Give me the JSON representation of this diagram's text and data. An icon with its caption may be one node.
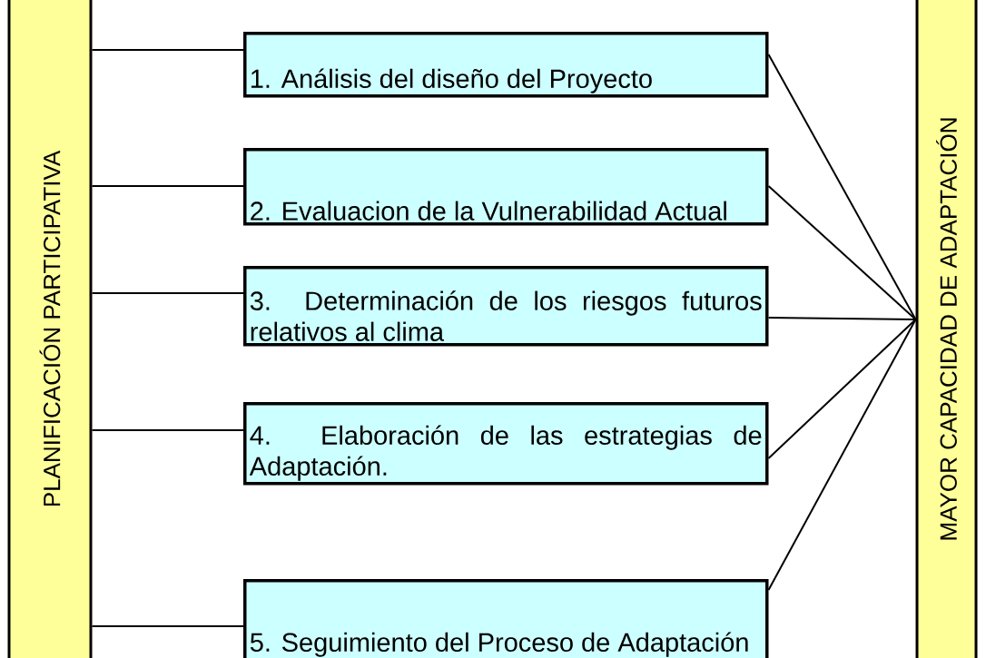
{
  "diagram": {
    "nodes": [
      {
        "text": [
          "PLANIFICACIÓN PARTICIPATIVA"
        ]
      },
      {
        "text": [
          "1. Análisis del diseño del Proyecto"
        ]
      },
      {
        "text": [
          "2. Evaluacion de la Vulnerabilidad Actual"
        ]
      },
      {
        "text": [
          "3. Determinación de los riesgos futuros relativos al clima"
        ]
      },
      {
        "text": [
          "4. Elaboración de las estrategias de Adaptación."
        ]
      },
      {
        "text": [
          "5. Seguimiento del Proceso de Adaptación"
        ]
      },
      {
        "text": [
          "MAYOR CAPACIDAD DE ADAPTACIÓN"
        ]
      }
    ],
    "edges": [
      {
        "from": 0,
        "to": 1,
        "arrow": "none"
      },
      {
        "from": 0,
        "to": 2,
        "arrow": "none"
      },
      {
        "from": 0,
        "to": 3,
        "arrow": "none"
      },
      {
        "from": 0,
        "to": 4,
        "arrow": "none"
      },
      {
        "from": 0,
        "to": 5,
        "arrow": "none"
      },
      {
        "from": 1,
        "to": 6,
        "arrow": "none"
      },
      {
        "from": 2,
        "to": 6,
        "arrow": "none"
      },
      {
        "from": 3,
        "to": 6,
        "arrow": "none"
      },
      {
        "from": 4,
        "to": 6,
        "arrow": "none"
      },
      {
        "from": 5,
        "to": 6,
        "arrow": "none"
      }
    ]
  }
}
